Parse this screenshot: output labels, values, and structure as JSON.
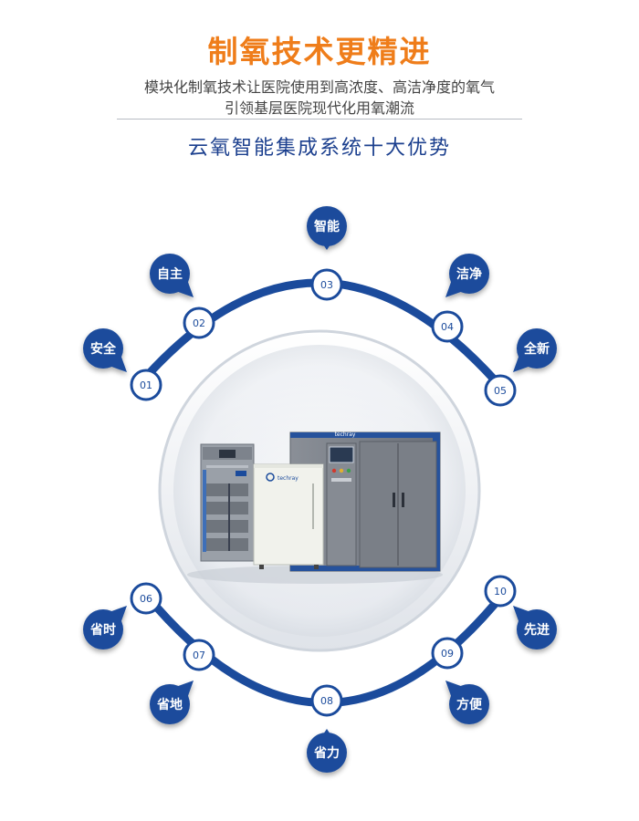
{
  "title": "制氧技术更精进",
  "subtitle_lines": [
    "模块化制氧技术让医院使用到高浓度、高洁净度的氧气",
    "引领基层医院现代化用氧潮流"
  ],
  "section_heading": "云氧智能集成系统十大优势",
  "product_brand": "techray",
  "colors": {
    "accent": "#ef7d1a",
    "primary_blue": "#1b4b9c",
    "text": "#444444"
  },
  "advantages": [
    {
      "num": "01",
      "label": "安全"
    },
    {
      "num": "02",
      "label": "自主"
    },
    {
      "num": "03",
      "label": "智能"
    },
    {
      "num": "04",
      "label": "洁净"
    },
    {
      "num": "05",
      "label": "全新"
    },
    {
      "num": "06",
      "label": "省时"
    },
    {
      "num": "07",
      "label": "省地"
    },
    {
      "num": "08",
      "label": "省力"
    },
    {
      "num": "09",
      "label": "方便"
    },
    {
      "num": "10",
      "label": "先进"
    }
  ]
}
